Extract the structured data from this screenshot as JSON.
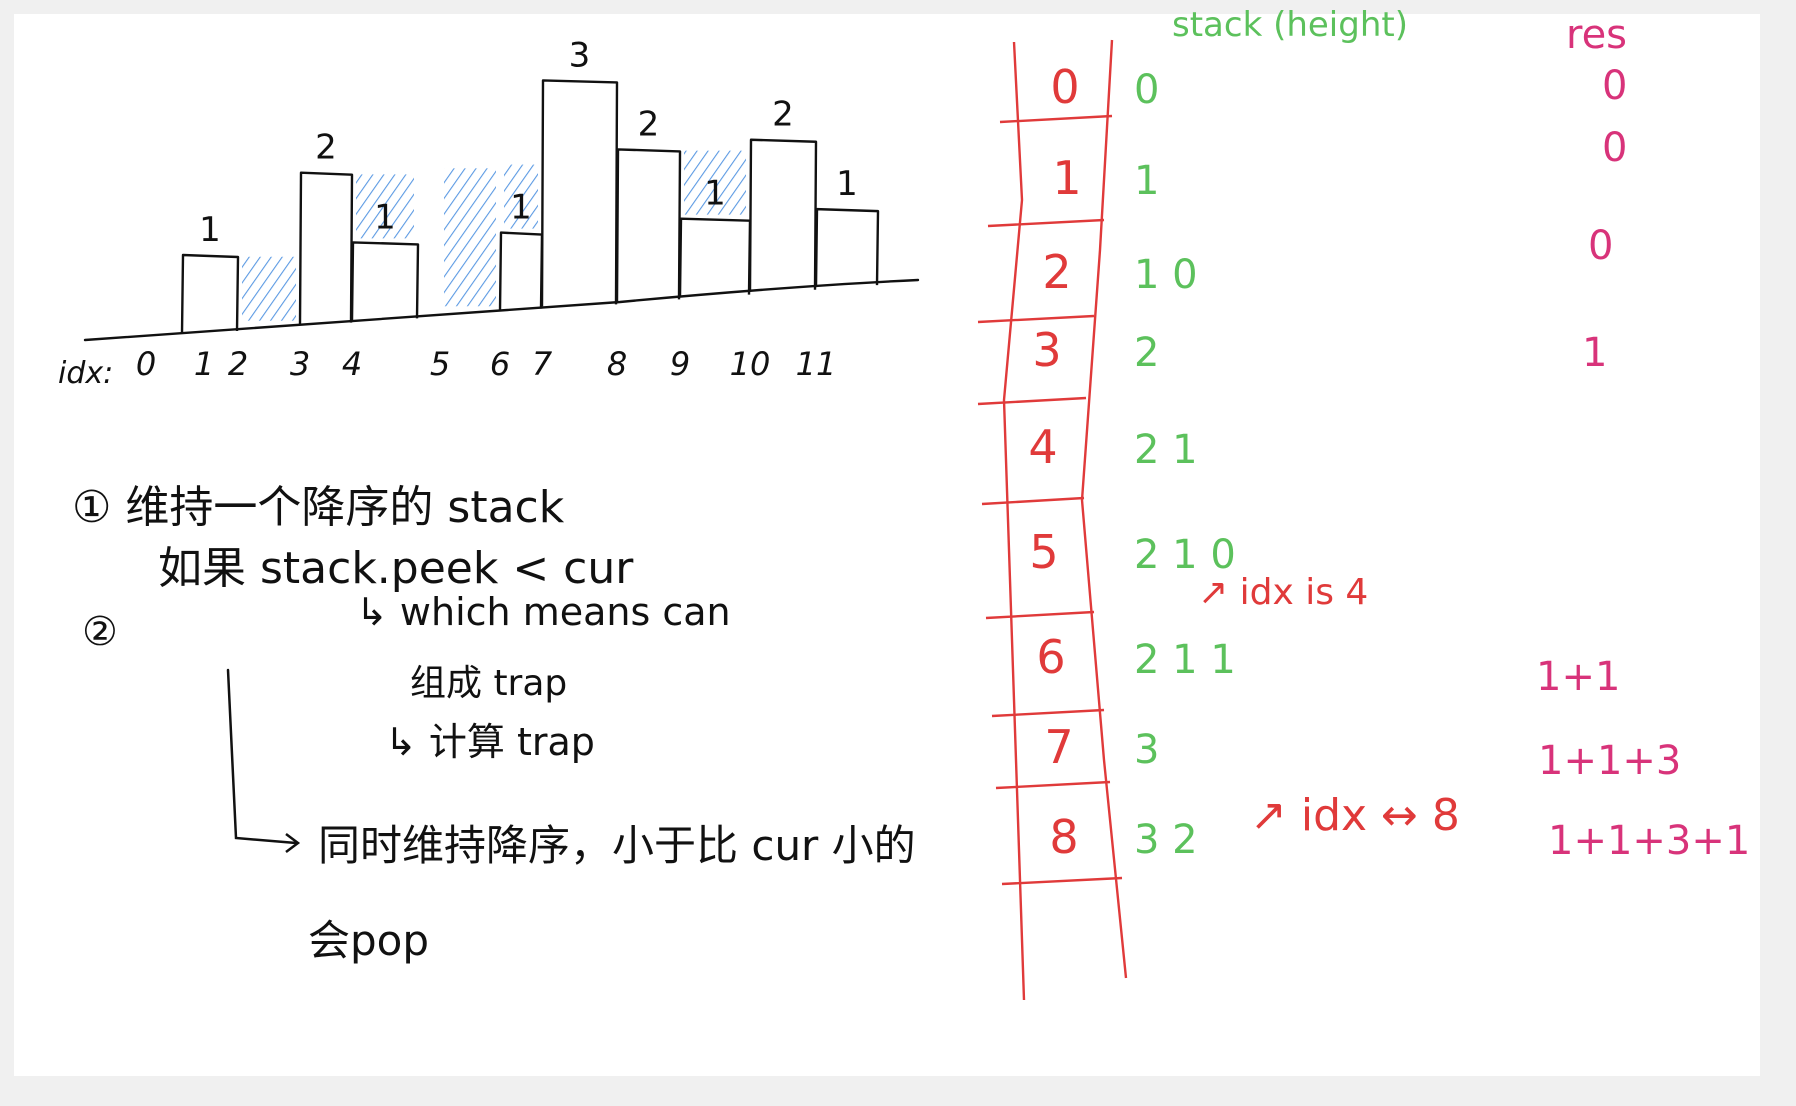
{
  "histogram": {
    "axis_prefix": "idx:",
    "bars": [
      {
        "idx": "0",
        "height": 0,
        "label": ""
      },
      {
        "idx": "1",
        "height": 1,
        "label": "1"
      },
      {
        "idx": "2",
        "height": 0,
        "label": ""
      },
      {
        "idx": "3",
        "height": 2,
        "label": "2"
      },
      {
        "idx": "4",
        "height": 1,
        "label": "1"
      },
      {
        "idx": "5",
        "height": 0,
        "label": ""
      },
      {
        "idx": "6",
        "height": 1,
        "label": "1"
      },
      {
        "idx": "7",
        "height": 3,
        "label": "3"
      },
      {
        "idx": "8",
        "height": 2,
        "label": "2"
      },
      {
        "idx": "9",
        "height": 1,
        "label": "1"
      },
      {
        "idx": "10",
        "height": 2,
        "label": "2"
      },
      {
        "idx": "11",
        "height": 1,
        "label": "1"
      }
    ],
    "water_color": "#4a8fe0",
    "ink_color": "#111111"
  },
  "notes": {
    "step1": "① 维持一个降序的 stack",
    "step2_marker": "②",
    "step2": "如果 stack.peek < cur",
    "which_means": "↳ which means can",
    "form_trap": "组成 trap",
    "calc_trap": "↳ 计算 trap",
    "maintain": "同时维持降序，小于比 cur 小的",
    "pop": "会pop"
  },
  "stack_table": {
    "rows": [
      "0",
      "1",
      "2",
      "3",
      "4",
      "5",
      "6",
      "7",
      "8"
    ],
    "border_color": "#e03a3a",
    "header_stack": "stack (height)",
    "header_res": "res",
    "stack_values": [
      "0",
      "1",
      "1 0",
      "2",
      "2 1",
      "2 1 0",
      "2 1 1",
      "3",
      "3 2"
    ],
    "res_values": [
      "0",
      "0",
      "0",
      "1",
      "",
      "",
      "1+1",
      "1+1+3",
      "1+1+3+1"
    ],
    "note_row6": "↗ idx is 4",
    "note_row9": "↗ idx ↔ 8",
    "green": "#5cc15c",
    "pink": "#d8337a",
    "red": "#e03a3a"
  }
}
